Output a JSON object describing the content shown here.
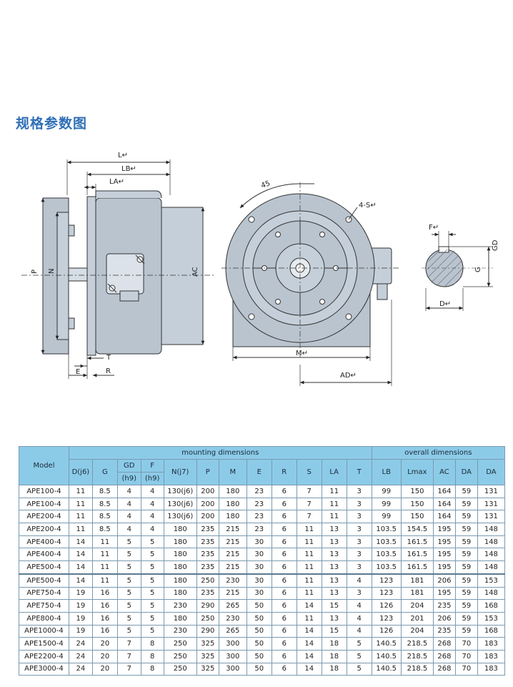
{
  "section_title": "规格参数图",
  "drawing": {
    "side_labels": {
      "L": "L↵",
      "LB": "LB↵",
      "LA": "LA↵",
      "P": "P",
      "N": "N",
      "AC": "AC",
      "E": "E",
      "T": "T",
      "R": "R"
    },
    "front_labels": {
      "angle": "45",
      "holes": "4-S↵",
      "M": "M↵",
      "AD": "AD↵"
    },
    "shaft_labels": {
      "F": "F↵",
      "GD": "GD",
      "G": "G",
      "D": "D↵"
    }
  },
  "table": {
    "model_header": "Model",
    "group_headers": {
      "mounting": "mounting dimensions",
      "overall": "overall dimensions"
    },
    "col_headers": {
      "D": "D(j6)",
      "G": "G",
      "GD": "GD",
      "GD_sub": "(h9)",
      "F": "F",
      "F_sub": "(h9)",
      "N": "N(j7)",
      "P": "P",
      "M": "M",
      "E": "E",
      "R": "R",
      "S": "S",
      "LA": "LA",
      "T": "T",
      "LB": "LB",
      "Lmax": "Lmax",
      "AC": "AC",
      "DA1": "DA",
      "DA2": "DA"
    },
    "rows": [
      [
        "APE100-4",
        "11",
        "8.5",
        "4",
        "4",
        "130(j6)",
        "200",
        "180",
        "23",
        "6",
        "7",
        "11",
        "3",
        "99",
        "150",
        "164",
        "59",
        "131"
      ],
      [
        "APE100-4",
        "11",
        "8.5",
        "4",
        "4",
        "130(j6)",
        "200",
        "180",
        "23",
        "6",
        "7",
        "11",
        "3",
        "99",
        "150",
        "164",
        "59",
        "131"
      ],
      [
        "APE200-4",
        "11",
        "8.5",
        "4",
        "4",
        "130(j6)",
        "200",
        "180",
        "23",
        "6",
        "7",
        "11",
        "3",
        "99",
        "150",
        "164",
        "59",
        "131"
      ],
      [
        "APE200-4",
        "11",
        "8.5",
        "4",
        "4",
        "180",
        "235",
        "215",
        "23",
        "6",
        "11",
        "13",
        "3",
        "103.5",
        "154.5",
        "195",
        "59",
        "148"
      ],
      [
        "APE400-4",
        "14",
        "11",
        "5",
        "5",
        "180",
        "235",
        "215",
        "30",
        "6",
        "11",
        "13",
        "3",
        "103.5",
        "161.5",
        "195",
        "59",
        "148"
      ],
      [
        "APE400-4",
        "14",
        "11",
        "5",
        "5",
        "180",
        "235",
        "215",
        "30",
        "6",
        "11",
        "13",
        "3",
        "103.5",
        "161.5",
        "195",
        "59",
        "148"
      ],
      [
        "APE500-4",
        "14",
        "11",
        "5",
        "5",
        "180",
        "235",
        "215",
        "30",
        "6",
        "11",
        "13",
        "3",
        "103.5",
        "161.5",
        "195",
        "59",
        "148"
      ],
      [
        "APE500-4",
        "14",
        "11",
        "5",
        "5",
        "180",
        "250",
        "230",
        "30",
        "6",
        "11",
        "13",
        "4",
        "123",
        "181",
        "206",
        "59",
        "153"
      ],
      [
        "APE750-4",
        "19",
        "16",
        "5",
        "5",
        "180",
        "235",
        "215",
        "30",
        "6",
        "11",
        "13",
        "3",
        "123",
        "181",
        "195",
        "59",
        "148"
      ],
      [
        "APE750-4",
        "19",
        "16",
        "5",
        "5",
        "230",
        "290",
        "265",
        "50",
        "6",
        "14",
        "15",
        "4",
        "126",
        "204",
        "235",
        "59",
        "168"
      ],
      [
        "APE800-4",
        "19",
        "16",
        "5",
        "5",
        "180",
        "250",
        "230",
        "50",
        "6",
        "11",
        "13",
        "4",
        "123",
        "201",
        "206",
        "59",
        "153"
      ],
      [
        "APE1000-4",
        "19",
        "16",
        "5",
        "5",
        "230",
        "290",
        "265",
        "50",
        "6",
        "14",
        "15",
        "4",
        "126",
        "204",
        "235",
        "59",
        "168"
      ],
      [
        "APE1500-4",
        "24",
        "20",
        "7",
        "8",
        "250",
        "325",
        "300",
        "50",
        "6",
        "14",
        "18",
        "5",
        "140.5",
        "218.5",
        "268",
        "70",
        "183"
      ],
      [
        "APE2200-4",
        "24",
        "20",
        "7",
        "8",
        "250",
        "325",
        "300",
        "50",
        "6",
        "14",
        "18",
        "5",
        "140.5",
        "218.5",
        "268",
        "70",
        "183"
      ],
      [
        "APE3000-4",
        "24",
        "20",
        "7",
        "8",
        "250",
        "325",
        "300",
        "50",
        "6",
        "14",
        "18",
        "5",
        "140.5",
        "218.5",
        "268",
        "70",
        "183"
      ]
    ],
    "separator_rows": [
      7
    ]
  }
}
